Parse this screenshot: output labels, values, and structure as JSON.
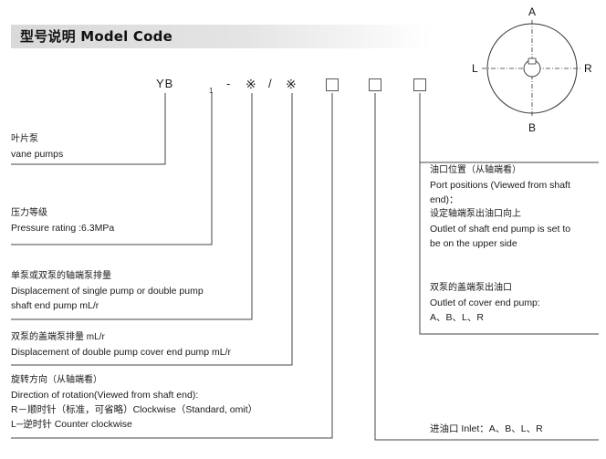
{
  "title": "型号说明 Model Code",
  "code": {
    "yb": "YB",
    "sub": "1",
    "dash": "-",
    "x1": "※",
    "slash": "/",
    "x2": "※"
  },
  "left_labels": {
    "vane": [
      "叶片泵",
      "vane pumps"
    ],
    "pressure": [
      "压力等级",
      "Pressure rating :6.3MPa"
    ],
    "single": [
      "单泵或双泵的轴端泵排量",
      "Displacement of single pump or double pump",
      "shaft end pump  mL/r"
    ],
    "double": [
      "双泵的盖端泵排量 mL/r",
      "Displacement of double pump cover end pump  mL/r"
    ],
    "rotation": [
      "旋转方向（从轴端看）",
      "Direction of rotation(Viewed from shaft end):",
      "R－顺时针（标准，可省略）Clockwise（Standard, omit）",
      "L─逆时针 Counter clockwise"
    ]
  },
  "right_labels": {
    "port": [
      "油口位置（从轴端看）",
      "Port positions (Viewed from shaft",
      "end)：",
      "设定轴端泵出油口向上",
      "Outlet of shaft end pump is set to",
      "be on the upper side"
    ],
    "cover": [
      "双泵的盖端泵出油口",
      "Outlet of cover end pump:",
      "A、B、L、R"
    ],
    "inlet": [
      "进油口 Inlet：A、B、L、R"
    ]
  },
  "diagram": {
    "A": "A",
    "B": "B",
    "L": "L",
    "R": "R"
  }
}
